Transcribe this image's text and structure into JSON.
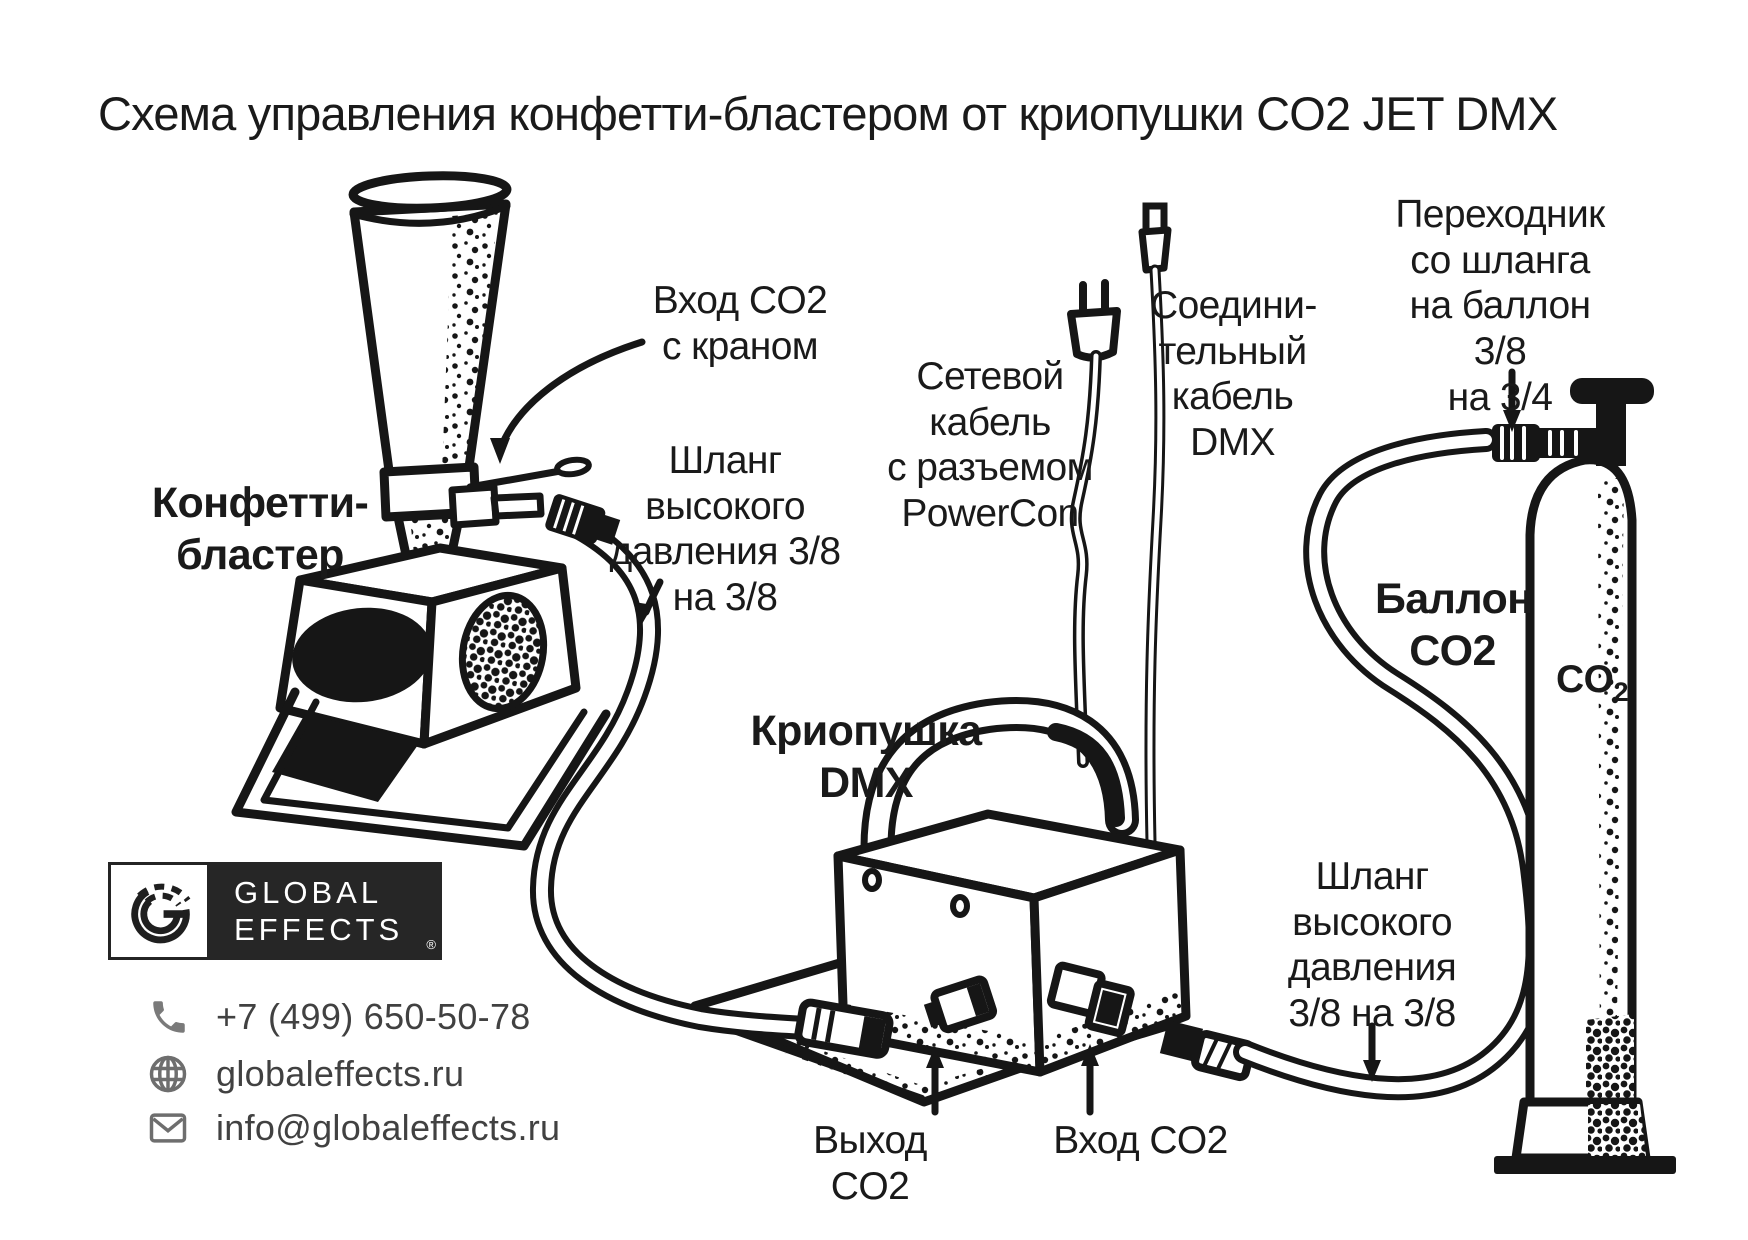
{
  "title": "Схема управления конфетти-бластером от криопушки CO2 JET DMX",
  "diagram": {
    "confetti_blaster": "Конфетти-\nбластер",
    "co2_inlet_valve": "Вход CO2\nс краном",
    "hose_high_pressure_left": "Шланг\nвысокого\nдавления 3/8\nна 3/8",
    "cryo_gun": "Криопушка\nDMX",
    "power_cable": "Сетевой\nкабель\nс разъемом\nPowerCon",
    "dmx_cable": "Соедини-\nтельный\nкабель\nDMX",
    "hose_adapter": "Переходник\nсо шланга\nна баллон 3/8\nна 3/4",
    "co2_cylinder": "Баллон\nCO2",
    "cylinder_marking": {
      "main": "CO",
      "sub": "2"
    },
    "hose_high_pressure_right": "Шланг\nвысокого\nдавления\n3/8 на 3/8",
    "co2_outlet": "Выход CO2",
    "co2_inlet": "Вход CO2"
  },
  "branding": {
    "logo_top": "GLOBAL",
    "logo_bottom": "EFFECTS",
    "registered_mark": "®",
    "phone": "+7 (499) 650-50-78",
    "website": "globaleffects.ru",
    "email": "info@globaleffects.ru"
  },
  "colors": {
    "ink": "#1a1a1a",
    "background": "#ffffff",
    "logo_background": "#262626",
    "contact_icon_gray": "#7a7a7a"
  }
}
